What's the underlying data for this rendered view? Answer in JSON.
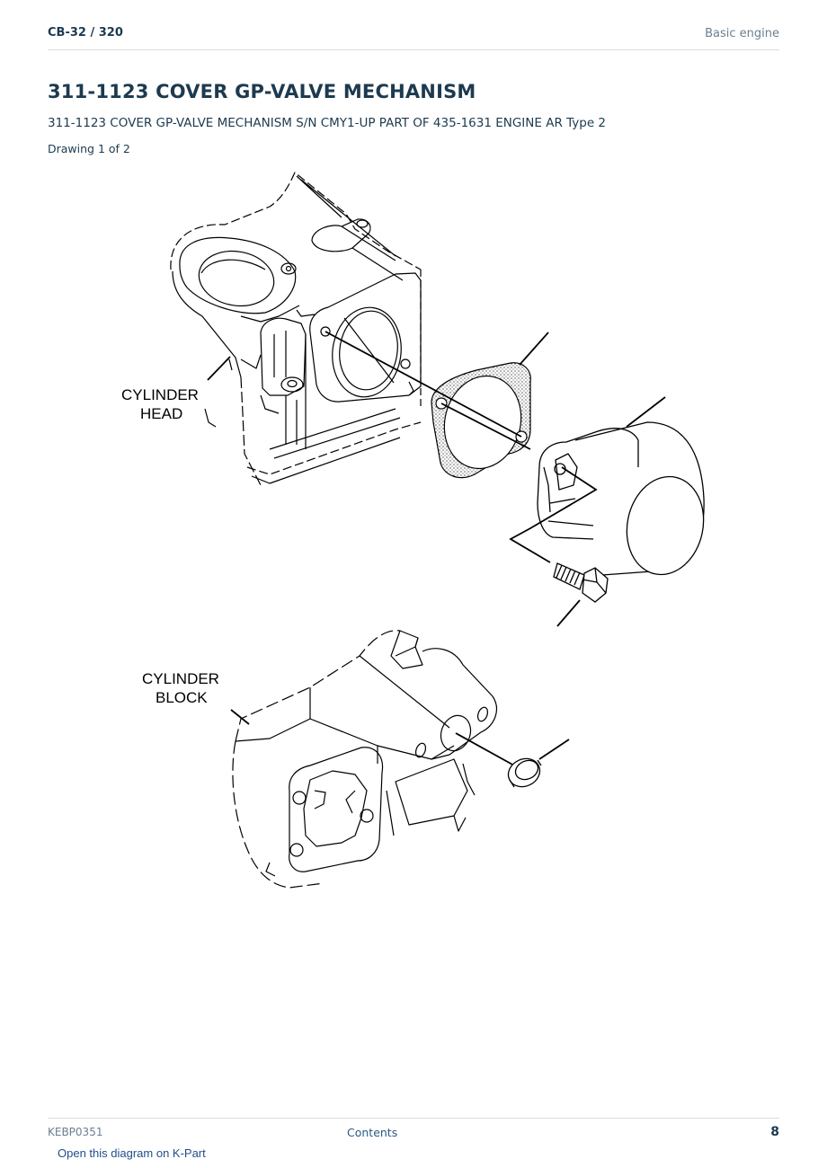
{
  "header": {
    "breadcrumb": "CB-32  /  320",
    "section": "Basic engine"
  },
  "title": "311-1123 COVER GP-VALVE MECHANISM",
  "subtitle": "311-1123 COVER GP-VALVE MECHANISM S/N CMY1-UP PART OF 435-1631 ENGINE AR Type 2",
  "drawing_count": "Drawing 1 of 2",
  "diagram": {
    "labels": {
      "cylinder_head_line1": "CYLINDER",
      "cylinder_head_line2": "HEAD",
      "cylinder_block_line1": "CYLINDER",
      "cylinder_block_line2": "BLOCK"
    }
  },
  "footer": {
    "doc_id": "KEBP0351",
    "contents_link": "Contents",
    "page_number": "8",
    "kpart_link": "Open this diagram on K-Part"
  }
}
